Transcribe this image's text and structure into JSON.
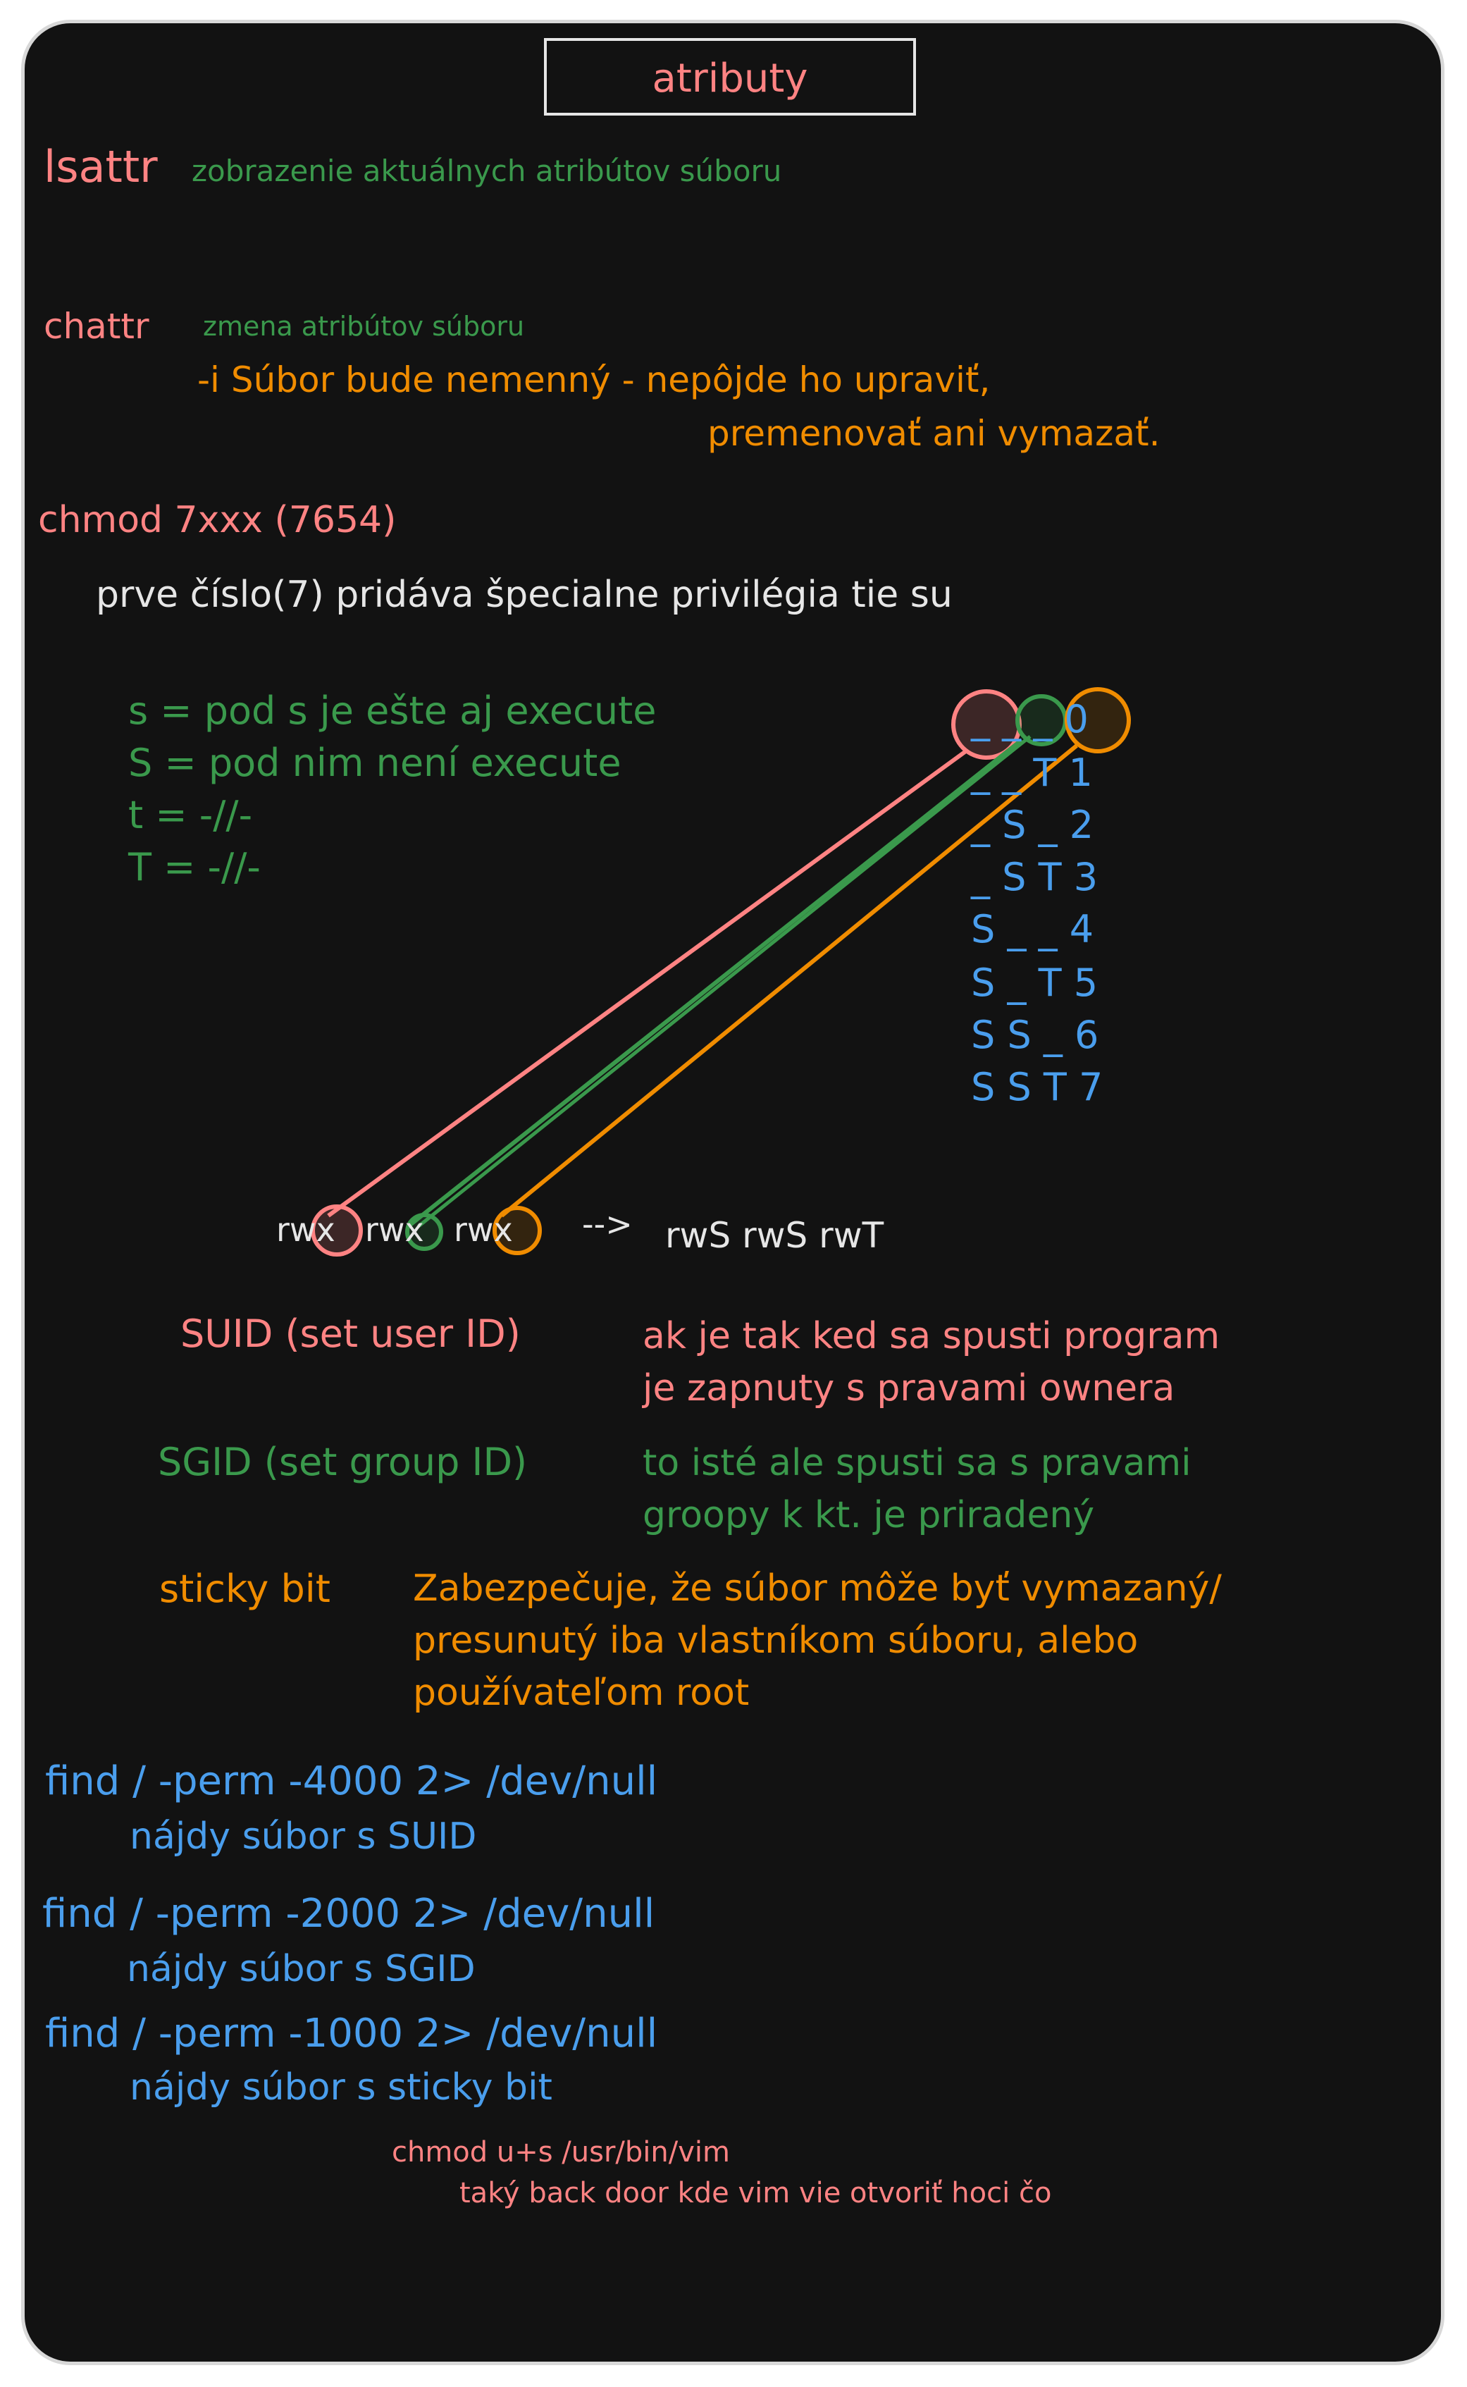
{
  "title": "atributy",
  "lsattr": {
    "cmd": "lsattr",
    "desc": "zobrazenie aktuálnych atribútov súboru"
  },
  "chattr": {
    "cmd": "chattr",
    "desc": "zmena atribútov súboru",
    "opt_i_line1": "-i Súbor bude nemenný - nepôjde ho upraviť,",
    "opt_i_line2": "premenovať ani vymazať."
  },
  "chmod_special": {
    "cmd": "chmod 7xxx (7654)",
    "explain": "prve číslo(7) pridáva špecialne privilégia tie su"
  },
  "legend": [
    "s = pod s je ešte aj execute",
    "S = pod nim není execute",
    "t = -//-",
    "T = -//-"
  ],
  "table_rows": [
    "_ _ _ 0",
    "_ _ T 1",
    "_ S _ 2",
    "_ S T 3",
    "S _ _ 4",
    "S _ T 5",
    "S S _ 6",
    "S S T 7"
  ],
  "perm_example": {
    "rwx1": "rwx",
    "rwx2": "rwx",
    "rwx3": "rwx",
    "arrow": "-->",
    "result": "rwS rwS rwT"
  },
  "suid": {
    "label": "SUID (set user ID)",
    "line1": "ak je tak ked sa spusti program",
    "line2": "je zapnuty s pravami ownera"
  },
  "sgid": {
    "label": "SGID (set group ID)",
    "line1": "to isté ale spusti sa s pravami",
    "line2": "groopy k kt. je priradený"
  },
  "sticky": {
    "label": "sticky bit",
    "line1": "Zabezpečuje, že súbor môže byť vymazaný/",
    "line2": "presunutý iba vlastníkom súboru, alebo",
    "line3": "používateľom root"
  },
  "find": [
    {
      "cmd": "find / -perm -4000 2> /dev/null",
      "desc": "nájdy súbor s SUID"
    },
    {
      "cmd": "find / -perm -2000 2> /dev/null",
      "desc": "nájdy súbor s SGID"
    },
    {
      "cmd": "find / -perm -1000 2> /dev/null",
      "desc": "nájdy súbor s sticky bit"
    }
  ],
  "backdoor": {
    "cmd": "chmod u+s /usr/bin/vim",
    "desc": "taký back door kde vim vie otvoriť hoci čo"
  },
  "colors": {
    "background": "#121212",
    "red": "#ff8383",
    "green": "#3a994c",
    "orange": "#f08c00",
    "blue": "#4a9eed",
    "white": "#e6e6e6"
  }
}
